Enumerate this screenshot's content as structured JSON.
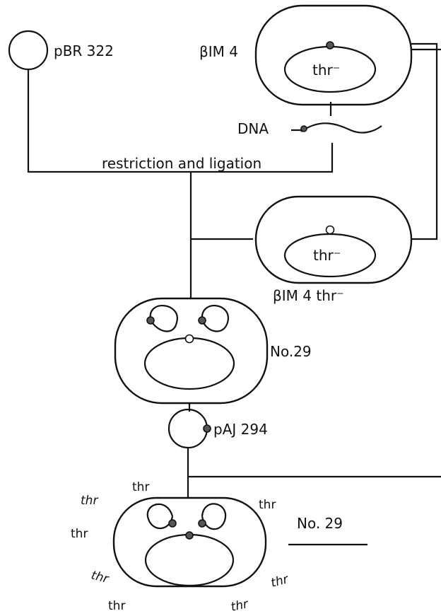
{
  "labels": {
    "pbr": "pBR 322",
    "bim4": "βIM 4",
    "thr_minus_top": "thr⁻",
    "dna": "DNA",
    "restriction": "restriction and ligation",
    "thr_minus_mid": "thr⁻",
    "bim4_thr": "βIM 4  thr⁻",
    "no29_a": "No.29",
    "pAJ": "pAJ 294",
    "no29_b": "No. 29",
    "thr": [
      "thr",
      "thr",
      "thr",
      "thr",
      "thr",
      "thr",
      "thr",
      "thr"
    ]
  }
}
